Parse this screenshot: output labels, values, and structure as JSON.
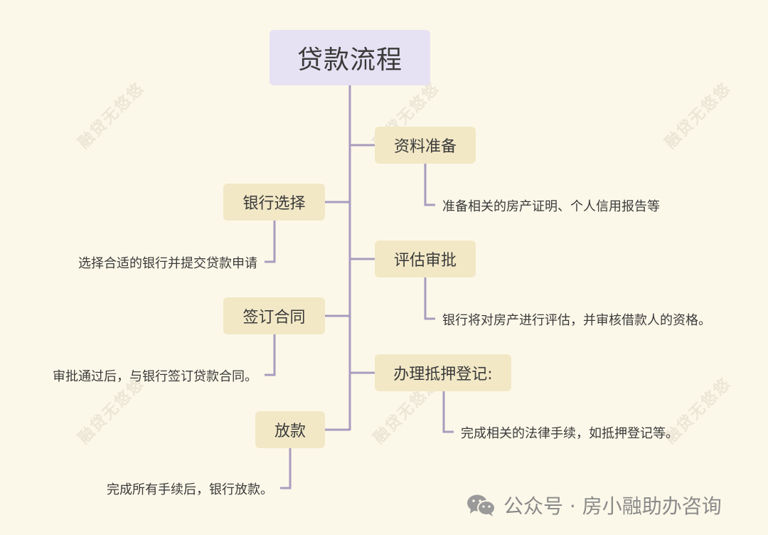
{
  "root": {
    "title": "贷款流程"
  },
  "steps": [
    {
      "label": "资料准备",
      "desc": "准备相关的房产证明、个人信用报告等"
    },
    {
      "label": "银行选择",
      "desc": "选择合适的银行并提交贷款申请"
    },
    {
      "label": "评估审批",
      "desc": "银行将对房产进行评估，并审核借款人的资格。"
    },
    {
      "label": "签订合同",
      "desc": "审批通过后，与银行签订贷款合同。"
    },
    {
      "label": "办理抵押登记:",
      "desc": "完成相关的法律手续，如抵押登记等。"
    },
    {
      "label": "放款",
      "desc": "完成所有手续后，银行放款。"
    }
  ],
  "watermark": "融贷无悠悠",
  "footer": {
    "text": "公众号 · 房小融助办咨询",
    "icon": "wechat-icon"
  },
  "colors": {
    "background": "#fcf8e9",
    "root": "#e6e2f3",
    "step": "#f2e8c6",
    "line": "#a89cbe"
  }
}
